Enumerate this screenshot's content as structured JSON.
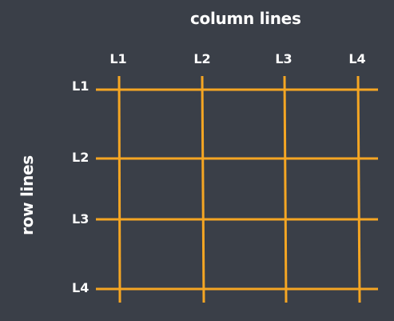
{
  "diagram": {
    "column_title": "column lines",
    "row_title": "row lines",
    "line_color": "#f5a623",
    "column_labels": [
      "L1",
      "L2",
      "L3",
      "L4"
    ],
    "row_labels": [
      "L1",
      "L2",
      "L3",
      "L4"
    ]
  }
}
